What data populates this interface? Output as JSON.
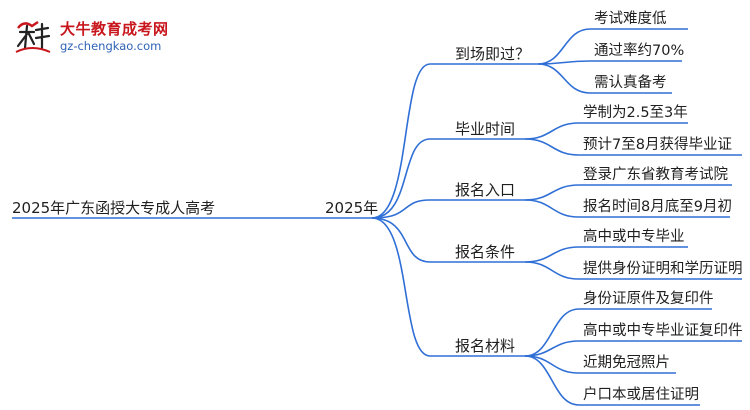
{
  "logo": {
    "title": "大牛教育成考网",
    "url": "gz-chengkao.com"
  },
  "root": "2025年广东函授大专成人高考",
  "center": "2025年",
  "branches": [
    {
      "label": "到场即过？",
      "items": [
        "考试难度低",
        "通过率约70%",
        "需认真备考"
      ]
    },
    {
      "label": "毕业时间",
      "items": [
        "学制为2.5至3年",
        "预计7至8月获得毕业证"
      ]
    },
    {
      "label": "报名入口",
      "items": [
        "登录广东省教育考试院",
        "报名时间8月底至9月初"
      ]
    },
    {
      "label": "报名条件",
      "items": [
        "高中或中专毕业",
        "提供身份证明和学历证明"
      ]
    },
    {
      "label": "报名材料",
      "items": [
        "身份证原件及复印件",
        "高中或中专毕业证复印件",
        "近期免冠照片",
        "户口本或居住证明"
      ]
    }
  ],
  "colors": {
    "line": "#2f6fd6",
    "text": "#1f1f1f",
    "logo_red": "#c8161d",
    "logo_blue": "#2f63b6"
  }
}
